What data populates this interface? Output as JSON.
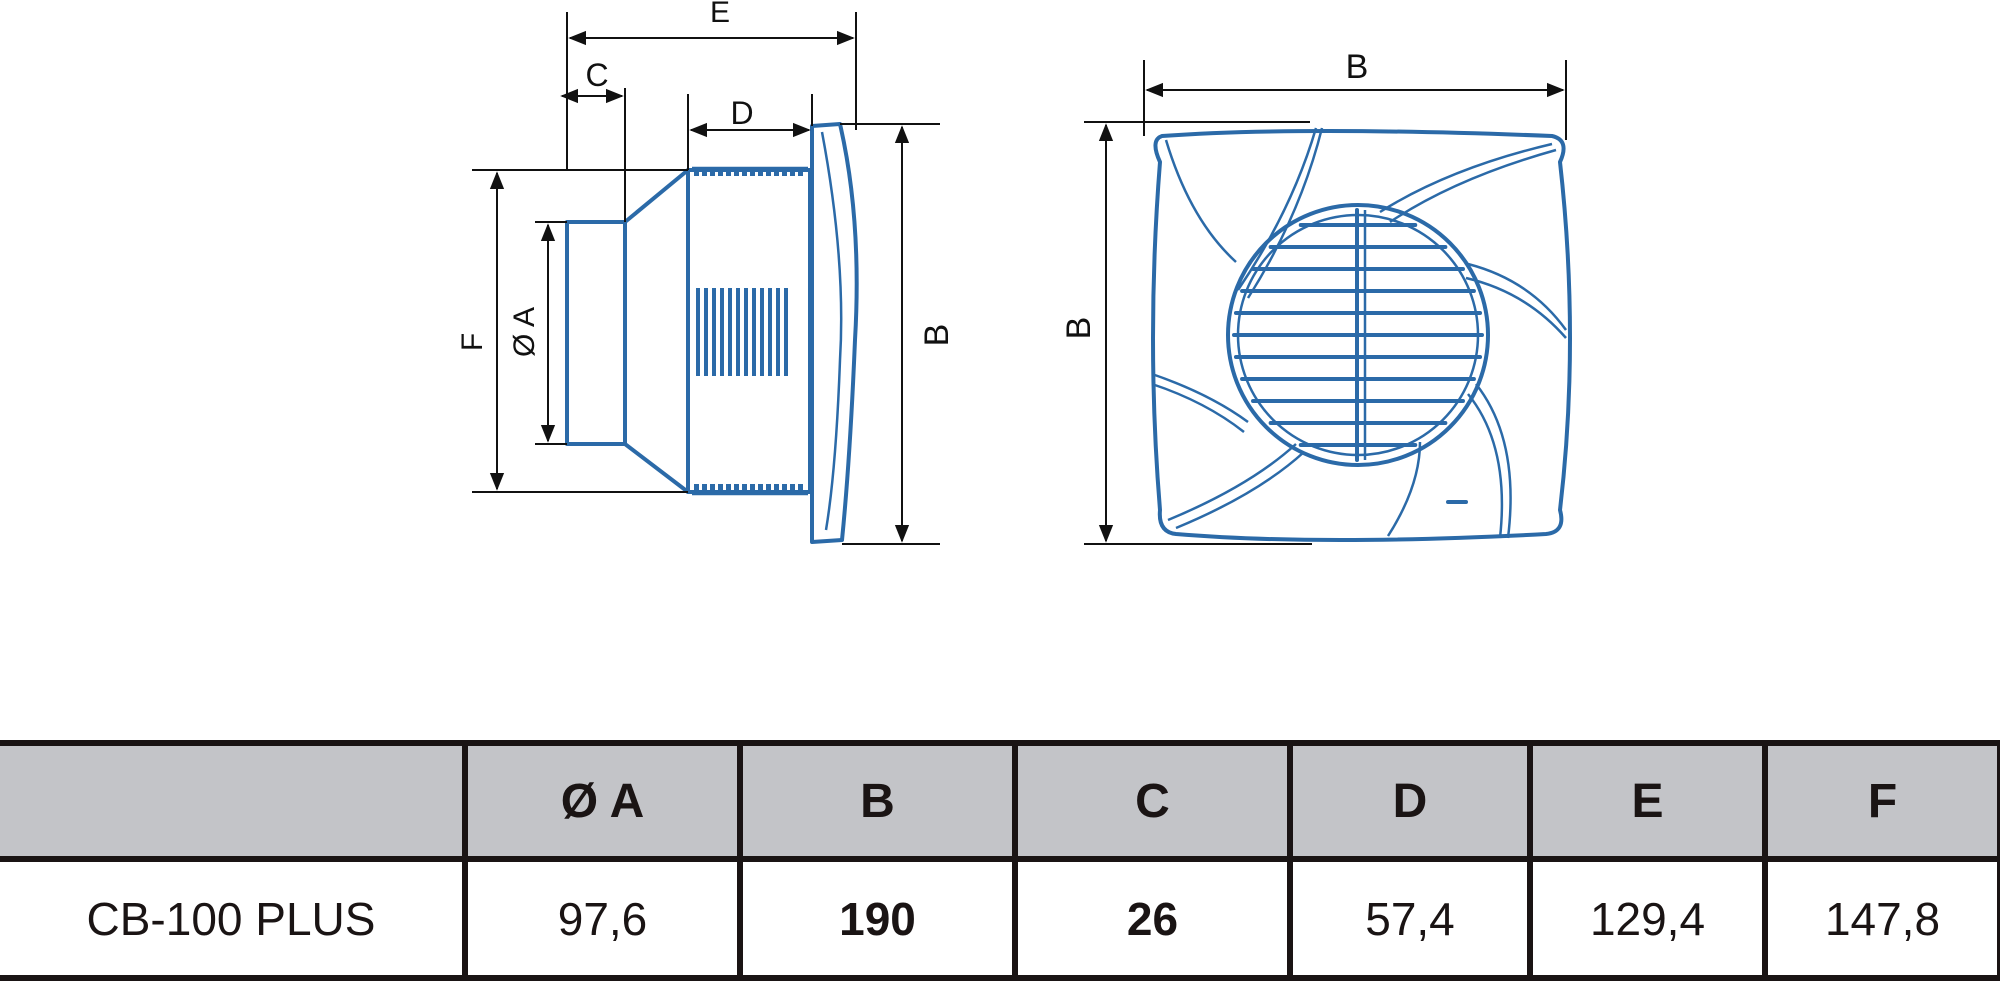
{
  "side_view": {
    "labels": {
      "E": "E",
      "C": "C",
      "D": "D",
      "B": "B",
      "F": "F",
      "A": "Ø A"
    }
  },
  "front_view": {
    "labels": {
      "B_width": "B",
      "B_height": "B"
    }
  },
  "table": {
    "headers": [
      "",
      "Ø A",
      "B",
      "C",
      "D",
      "E",
      "F"
    ],
    "rows": [
      {
        "cells": [
          "CB-100 PLUS",
          "97,6",
          "190",
          "26",
          "57,4",
          "129,4",
          "147,8"
        ],
        "bold": [
          false,
          false,
          true,
          true,
          false,
          false,
          false
        ]
      }
    ]
  },
  "colors": {
    "line": "#2b6aa8",
    "header_bg": "#c3c4c8",
    "border": "#1a1414"
  }
}
